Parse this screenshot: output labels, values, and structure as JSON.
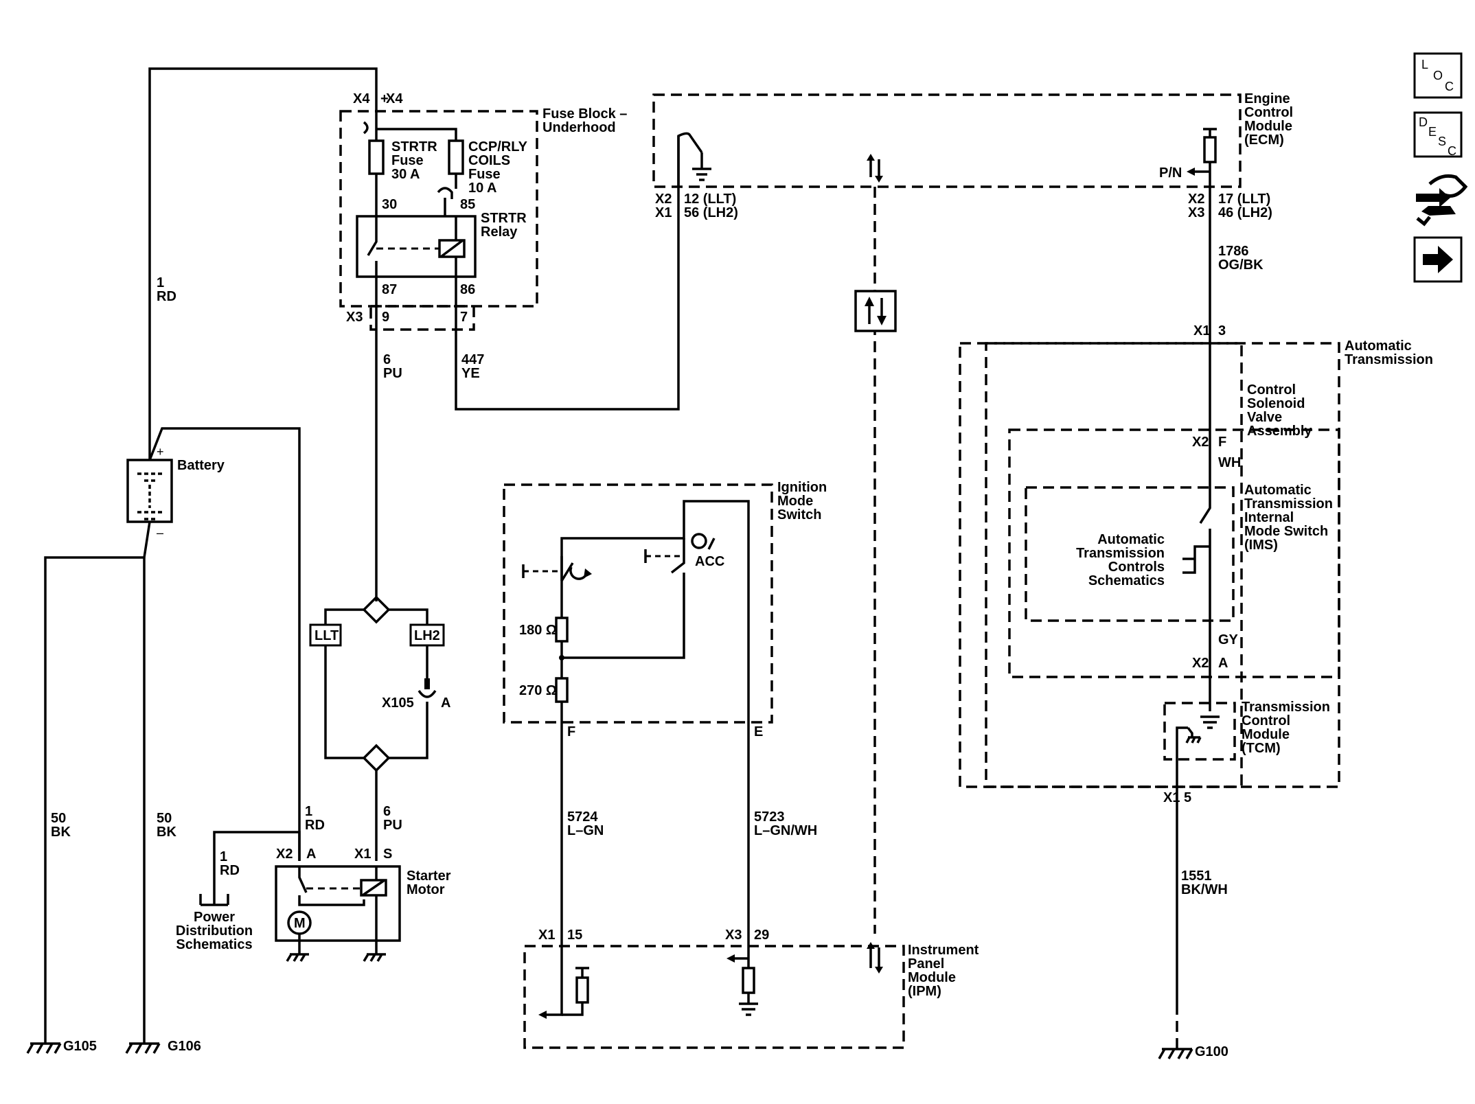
{
  "fuse_block": {
    "connector_top": "X4",
    "plus": "+",
    "title": [
      "Fuse Block –",
      "Underhood"
    ],
    "connector_bottom": "X3",
    "pin_87": "9",
    "pin_86": "7"
  },
  "strtr_fuse": [
    "STRTR",
    "Fuse",
    "30 A"
  ],
  "ccp_fuse": [
    "CCP/RLY",
    "COILS",
    "Fuse",
    "10 A"
  ],
  "relay": {
    "title": [
      "STRTR",
      "Relay"
    ],
    "pin30": "30",
    "pin85": "85",
    "pin87": "87",
    "pin86": "86"
  },
  "wire_1rd_top": [
    "1",
    "RD"
  ],
  "wire_6pu_top": [
    "6",
    "PU"
  ],
  "wire_447": [
    "447",
    "YE"
  ],
  "battery": {
    "label": "Battery",
    "plus": "+",
    "minus": "–"
  },
  "splice": {
    "llt": "LLT",
    "lh2": "LH2",
    "x105": "X105",
    "x105_pin": "A"
  },
  "ground_wires": {
    "w50a": [
      "50",
      "BK"
    ],
    "w50b": [
      "50",
      "BK"
    ],
    "g105": "G105",
    "g106": "G106"
  },
  "starter": {
    "title": [
      "Starter",
      "Motor"
    ],
    "x2": "X2",
    "pin_a": "A",
    "x1": "X1",
    "pin_s": "S",
    "motor": "M",
    "wire_1rd": [
      "1",
      "RD"
    ],
    "wire_6pu": [
      "6",
      "PU"
    ]
  },
  "power_dist": {
    "wire": [
      "1",
      "RD"
    ],
    "label": [
      "Power",
      "Distribution",
      "Schematics"
    ]
  },
  "ecm": {
    "title": [
      "Engine",
      "Control",
      "Module",
      "(ECM)"
    ],
    "left_conn": [
      "X2",
      "X1"
    ],
    "left_pins": [
      "12 (LLT)",
      "56 (LH2)"
    ],
    "right_conn": [
      "X2",
      "X3"
    ],
    "right_pins": [
      "17 (LLT)",
      "46 (LH2)"
    ],
    "pn": "P/N"
  },
  "wire_1786": [
    "1786",
    "OG/BK"
  ],
  "ign_switch": {
    "title": [
      "Ignition",
      "Mode",
      "Switch"
    ],
    "acc": "ACC",
    "r180": "180 Ω",
    "r270": "270 Ω",
    "pin_f": "F",
    "pin_e": "E"
  },
  "wire_5724": [
    "5724",
    "L–GN"
  ],
  "wire_5723": [
    "5723",
    "L–GN/WH"
  ],
  "ipm": {
    "title": [
      "Instrument",
      "Panel",
      "Module",
      "(IPM)"
    ],
    "x1": "X1",
    "pin15": "15",
    "x3": "X3",
    "pin29": "29"
  },
  "trans": {
    "title": [
      "Automatic",
      "Transmission"
    ],
    "x1_top": "X1",
    "pin3": "3",
    "csva": [
      "Control",
      "Solenoid",
      "Valve",
      "Assembly"
    ],
    "x2_f": "X2",
    "pin_f": "F",
    "wh": "WH",
    "ims": [
      "Automatic",
      "Transmission",
      "Internal",
      "Mode Switch",
      "(IMS)"
    ],
    "atc": [
      "Automatic",
      "Transmission",
      "Controls",
      "Schematics"
    ],
    "gy": "GY",
    "x2_a": "X2",
    "pin_a": "A",
    "tcm": [
      "Transmission",
      "Control",
      "Module",
      "(TCM)"
    ],
    "x1_bot": "X1",
    "pin5": "5"
  },
  "wire_1551": [
    "1551",
    "BK/WH"
  ],
  "g100": "G100",
  "nav": {
    "loc": [
      "L",
      "O",
      "C"
    ],
    "desc": [
      "D",
      "E",
      "S",
      "C"
    ]
  }
}
